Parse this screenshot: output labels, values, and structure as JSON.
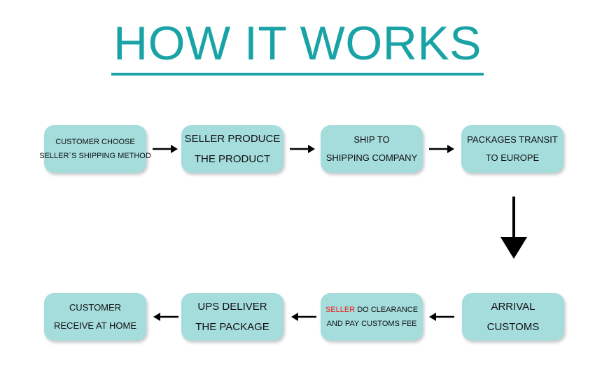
{
  "title": "HOW IT WORKS",
  "colors": {
    "title": "#1aa3a6",
    "box_fill": "#a5dcdc",
    "highlight": "#e8231f",
    "arrow": "#000000"
  },
  "steps": [
    {
      "line1": "CUSTOMER CHOOSE",
      "line2": "SELLER`S SHIPPING METHOD"
    },
    {
      "line1": "SELLER PRODUCE",
      "line2": "THE PRODUCT"
    },
    {
      "line1": "SHIP TO",
      "line2": "SHIPPING COMPANY"
    },
    {
      "line1": "PACKAGES TRANSIT",
      "line2": "TO EUROPE"
    },
    {
      "line1": "ARRIVAL",
      "line2": "CUSTOMS"
    },
    {
      "line1_highlight": "SELLER",
      "line1_rest": " DO CLEARANCE",
      "line2": "AND PAY CUSTOMS FEE"
    },
    {
      "line1": "UPS DELIVER",
      "line2": "THE PACKAGE"
    },
    {
      "line1": "CUSTOMER",
      "line2": "RECEIVE AT HOME"
    }
  ],
  "arrows": [
    "right-arrow-icon",
    "right-arrow-icon",
    "right-arrow-icon",
    "down-arrow-icon",
    "left-arrow-icon",
    "left-arrow-icon",
    "left-arrow-icon"
  ]
}
